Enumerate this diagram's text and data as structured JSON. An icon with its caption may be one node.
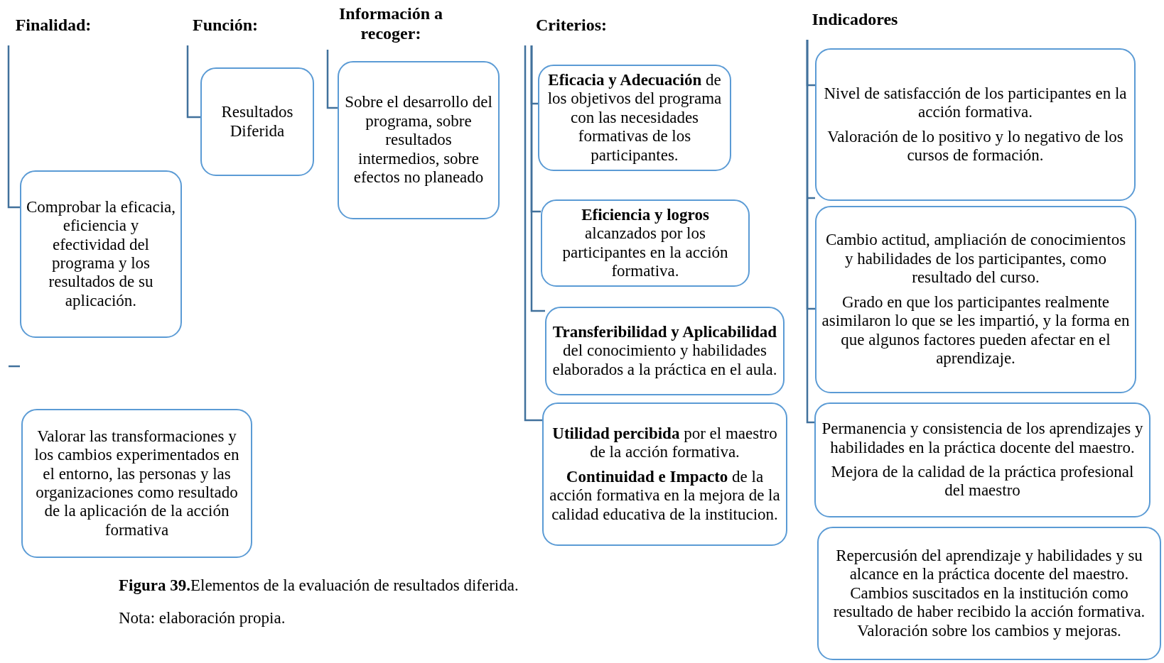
{
  "diagram": {
    "caption": "**Figura 39.**Elementos de la evaluación de resultados diferida.",
    "nodes": [
      {
        "text": [
          "Finalidad:"
        ]
      },
      {
        "text": [
          "Función:"
        ]
      },
      {
        "text": [
          "Información a recoger:"
        ]
      },
      {
        "text": [
          "Criterios:"
        ]
      },
      {
        "text": [
          "Indicadores"
        ]
      },
      {
        "text": [
          "Comprobar la eficacia, eficiencia y efectividad del programa y los resultados de su aplicación."
        ]
      },
      {
        "text": [
          "Valorar las transformaciones y los cambios experimentados en el entorno, las personas y las organizaciones como resultado de la aplicación de la acción formativa"
        ]
      },
      {
        "text": [
          "Resultados Diferida"
        ]
      },
      {
        "text": [
          "Sobre el desarrollo del programa, sobre resultados intermedios, sobre efectos no planeado"
        ]
      },
      {
        "text": [
          "**Eficacia y Adecuación** de los objetivos del programa con las necesidades formativas de los participantes."
        ]
      },
      {
        "text": [
          "**Eficiencia y logros** alcanzados por los participantes en la acción formativa."
        ]
      },
      {
        "text": [
          "**Transferibilidad y Aplicabilidad** del conocimiento y habilidades elaborados a la práctica en el aula."
        ]
      },
      {
        "text": [
          "**Utilidad percibida** por el maestro de la acción formativa.",
          "**Continuidad e Impacto** de la acción formativa en la mejora de la calidad educativa de la institucion."
        ]
      },
      {
        "text": [
          "Nivel de satisfacción de los participantes en la acción formativa.",
          "Valoración de lo positivo y lo negativo de los cursos de formación."
        ]
      },
      {
        "text": [
          "Cambio actitud, ampliación de conocimientos y habilidades de los participantes, como resultado del curso.",
          "Grado en que los participantes realmente asimilaron lo que se les impartió, y la forma en que algunos factores pueden afectar en el aprendizaje."
        ]
      },
      {
        "text": [
          "Permanencia y consistencia de los aprendizajes y habilidades en la práctica docente del maestro.",
          "Mejora de la calidad de la práctica profesional del maestro"
        ]
      },
      {
        "text": [
          "Repercusión del aprendizaje y habilidades y su alcance en la práctica docente del maestro. Cambios suscitados en la institución como resultado de haber recibido la acción formativa. Valoración sobre los cambios y mejoras."
        ]
      }
    ],
    "edges": [
      {
        "from": 0,
        "to": 5,
        "arrow": "none"
      },
      {
        "from": 1,
        "to": 7,
        "arrow": "none"
      },
      {
        "from": 2,
        "to": 8,
        "arrow": "none"
      },
      {
        "from": 3,
        "to": 9,
        "arrow": "none"
      },
      {
        "from": 3,
        "to": 10,
        "arrow": "none"
      },
      {
        "from": 3,
        "to": 11,
        "arrow": "none"
      },
      {
        "from": 3,
        "to": 12,
        "arrow": "none"
      },
      {
        "from": 4,
        "to": 13,
        "arrow": "none"
      },
      {
        "from": 4,
        "to": 14,
        "arrow": "none"
      },
      {
        "from": 4,
        "to": 15,
        "arrow": "none"
      }
    ],
    "labels": [
      "Nota: elaboración propia."
    ]
  }
}
